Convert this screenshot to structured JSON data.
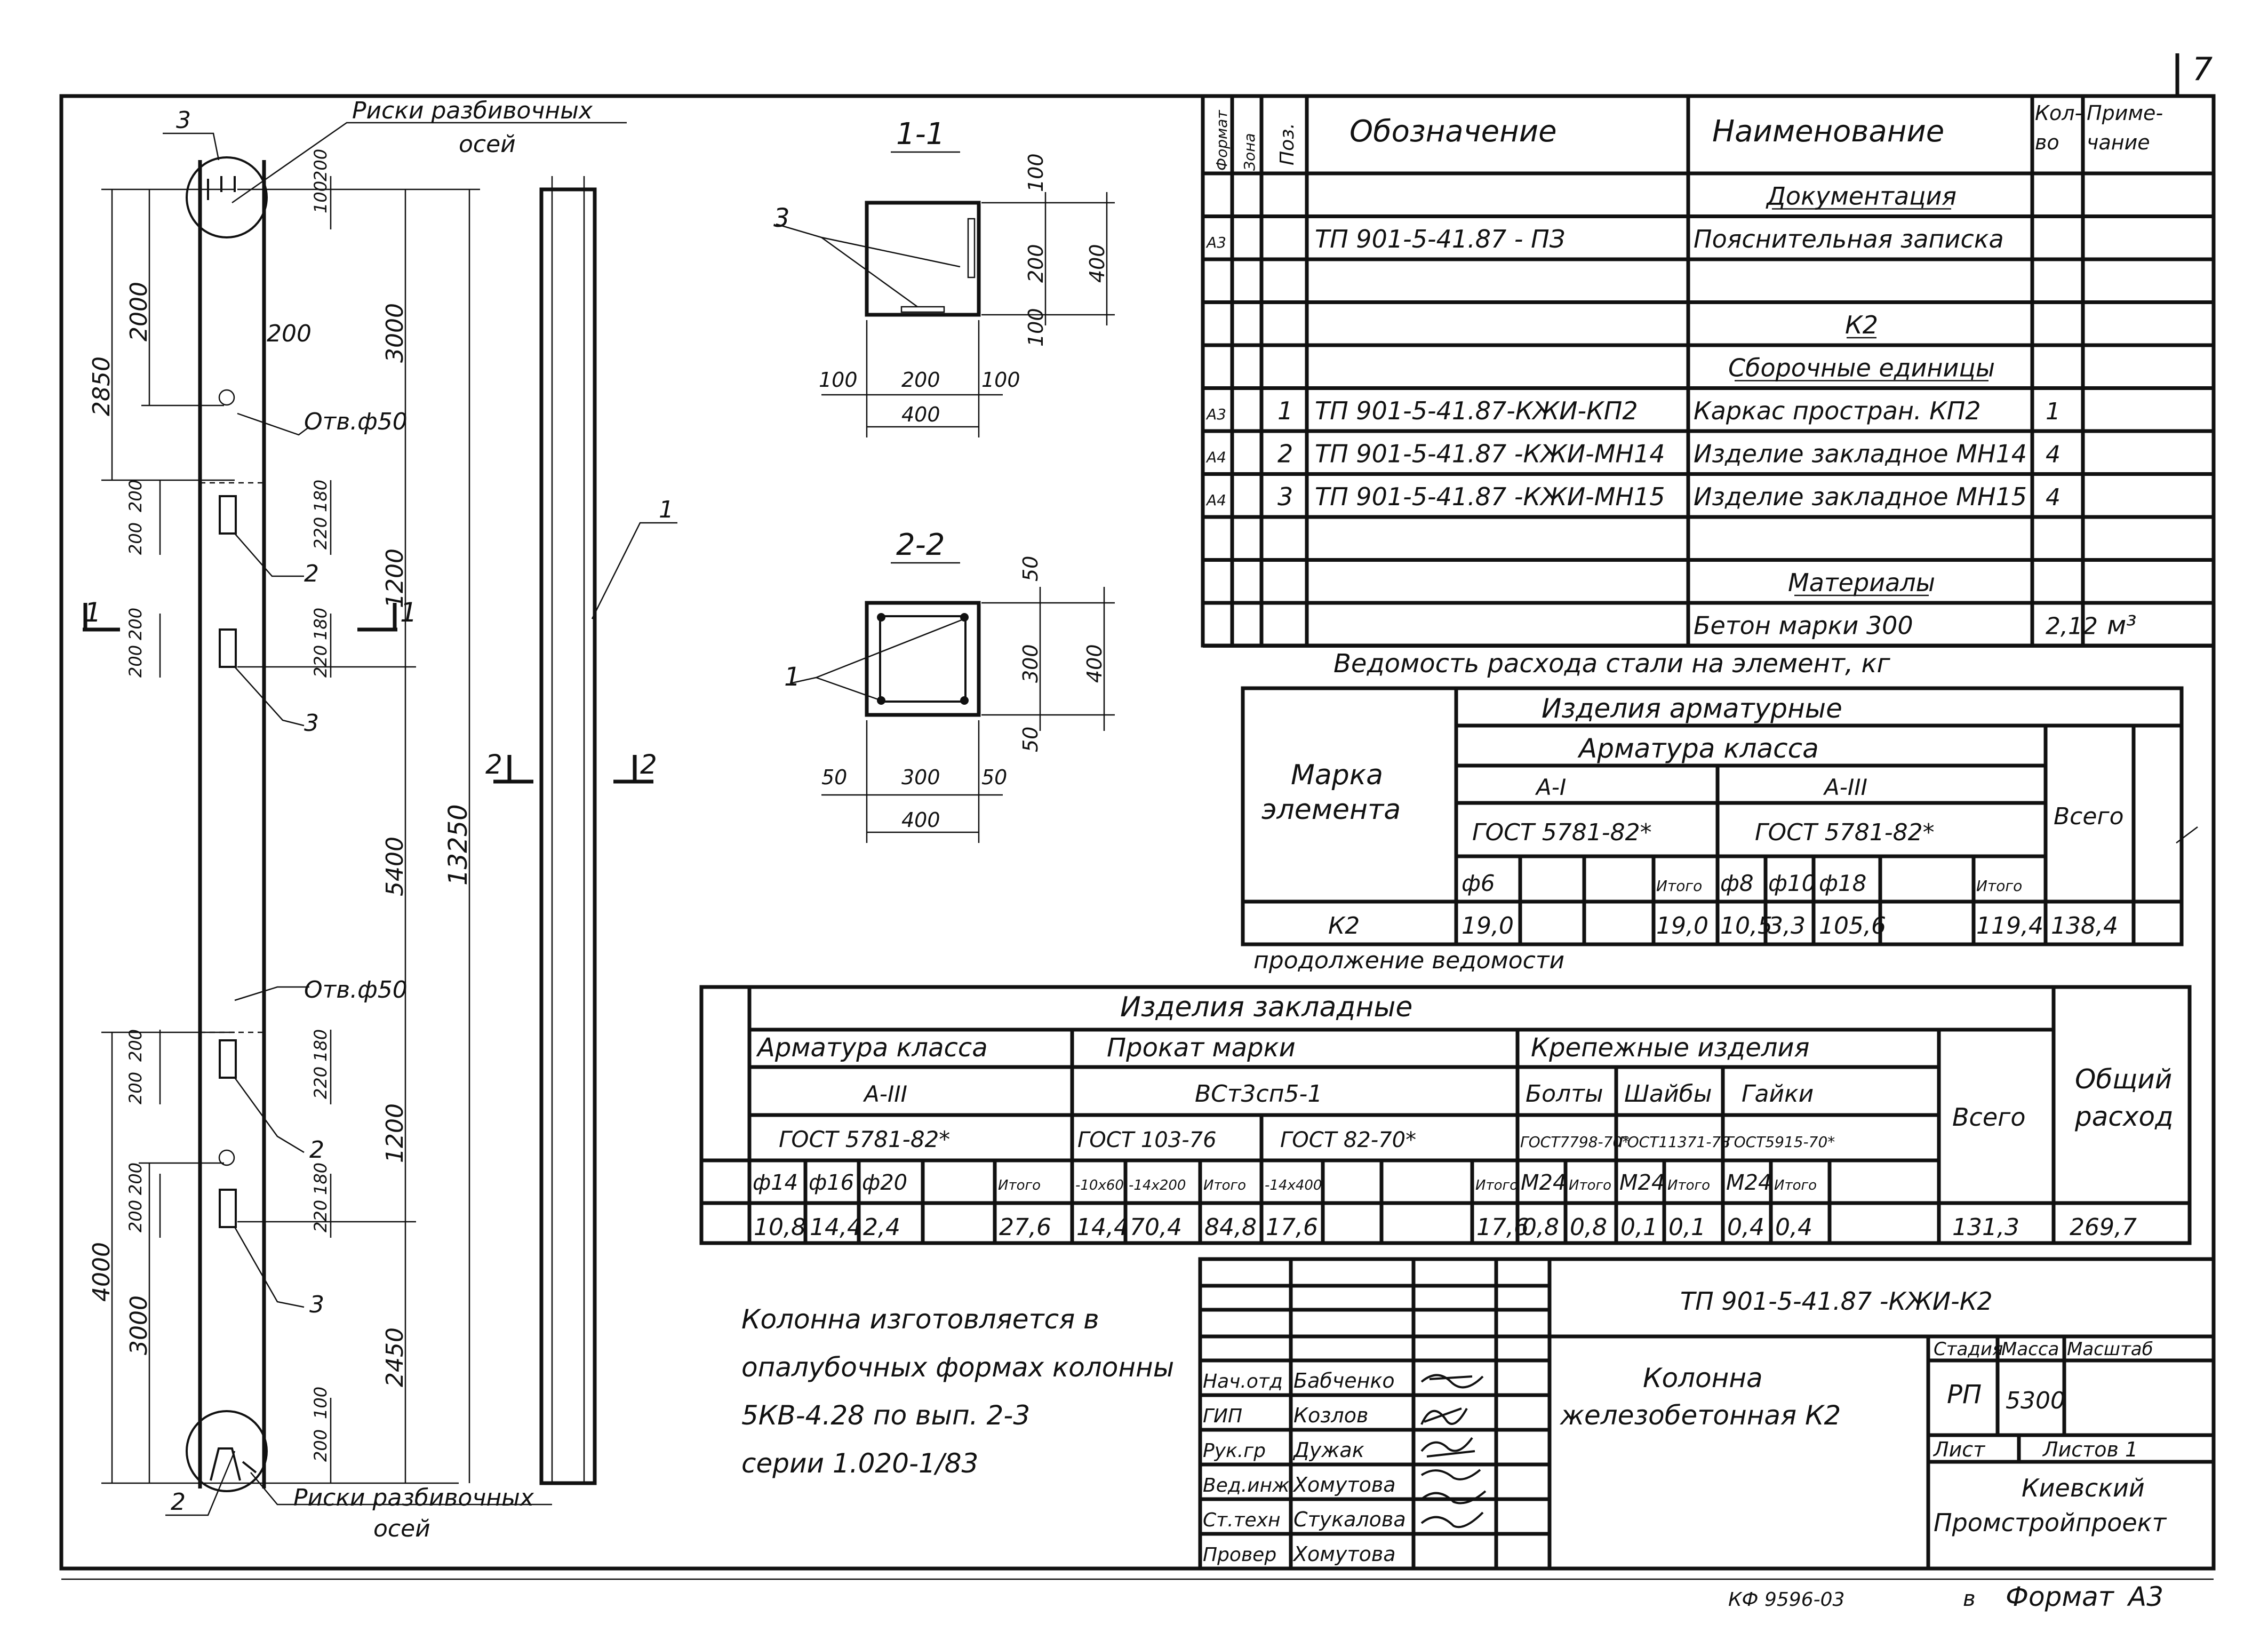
{
  "page_number": "7",
  "drawing": {
    "risk_label_top": [
      "Риски разбивочных",
      "осей"
    ],
    "risk_label_bottom": [
      "Риски разбивочных",
      "осей"
    ],
    "hole_label_1": "Отв.ф50",
    "hole_label_2": "Отв.ф50",
    "callouts": [
      "3",
      "2",
      "3",
      "2",
      "3",
      "2",
      "1"
    ],
    "section_marks": {
      "s1_left": "1",
      "s1_right": "1",
      "s2_left": "2",
      "s2_right": "2"
    },
    "dims_left": [
      "2850",
      "2000",
      "4000",
      "3000"
    ],
    "dims_mid": [
      "3000",
      "1200",
      "5400",
      "1200",
      "2450"
    ],
    "dim_total": "13250",
    "dims_small": [
      "100",
      "200",
      "200",
      "200",
      "200",
      "180",
      "220",
      "200",
      "200",
      "180",
      "220",
      "200",
      "200",
      "180",
      "220",
      "200",
      "200",
      "180",
      "220",
      "100",
      "200"
    ],
    "section_1_1": {
      "title": "1-1",
      "callout": "3",
      "dims_right": [
        "100",
        "200",
        "100",
        "400"
      ],
      "dims_bottom": [
        "100",
        "200",
        "100",
        "400"
      ]
    },
    "section_2_2": {
      "title": "2-2",
      "callout": "1",
      "dims_right": [
        "50",
        "300",
        "50",
        "400"
      ],
      "dims_bottom": [
        "50",
        "300",
        "50",
        "400"
      ]
    }
  },
  "spec": {
    "headers": {
      "format": "Формат",
      "zone": "Зона",
      "pos": "Поз.",
      "designation": "Обозначение",
      "name": "Наименование",
      "qty": "Кол-во",
      "note": "Приме-чание"
    },
    "rows": [
      {
        "format": "",
        "zone": "",
        "pos": "",
        "designation": "",
        "name": "Документация",
        "qty": "",
        "note": "",
        "heading": true
      },
      {
        "format": "А3",
        "zone": "",
        "pos": "",
        "designation": "ТП 901-5-41.87 - ПЗ",
        "name": "Пояснительная записка",
        "qty": "",
        "note": ""
      },
      {
        "format": "",
        "zone": "",
        "pos": "",
        "designation": "",
        "name": "",
        "qty": "",
        "note": ""
      },
      {
        "format": "",
        "zone": "",
        "pos": "",
        "designation": "",
        "name": "К2",
        "qty": "",
        "note": "",
        "heading": true
      },
      {
        "format": "",
        "zone": "",
        "pos": "",
        "designation": "",
        "name": "Сборочные единицы",
        "qty": "",
        "note": "",
        "heading": true
      },
      {
        "format": "А3",
        "zone": "",
        "pos": "1",
        "designation": "ТП 901-5-41.87-КЖИ-КП2",
        "name": "Каркас простран. КП2",
        "qty": "1",
        "note": ""
      },
      {
        "format": "А4",
        "zone": "",
        "pos": "2",
        "designation": "ТП 901-5-41.87 -КЖИ-МН14",
        "name": "Изделие закладное МН14",
        "qty": "4",
        "note": ""
      },
      {
        "format": "А4",
        "zone": "",
        "pos": "3",
        "designation": "ТП 901-5-41.87 -КЖИ-МН15",
        "name": "Изделие закладное МН15",
        "qty": "4",
        "note": ""
      },
      {
        "format": "",
        "zone": "",
        "pos": "",
        "designation": "",
        "name": "",
        "qty": "",
        "note": ""
      },
      {
        "format": "",
        "zone": "",
        "pos": "",
        "designation": "",
        "name": "Материалы",
        "qty": "",
        "note": "",
        "heading": true
      },
      {
        "format": "",
        "zone": "",
        "pos": "",
        "designation": "",
        "name": "Бетон марки 300",
        "qty": "2,12",
        "note": "м³"
      }
    ]
  },
  "steel": {
    "title": "Ведомость расхода стали на элемент, кг",
    "h_mark": [
      "Марка",
      "элемента"
    ],
    "h_izd": "Изделия арматурные",
    "h_arm": "Арматура класса",
    "h_a1": "А-I",
    "h_a3": "А-III",
    "h_gost1": "ГОСТ 5781-82*",
    "h_gost2": "ГОСТ 5781-82*",
    "h_total": "Всего",
    "subs": [
      "ф6",
      "",
      "",
      "Итого",
      "ф8",
      "ф10",
      "ф18",
      "",
      "Итого"
    ],
    "row": [
      "К2",
      "19,0",
      "",
      "",
      "19,0",
      "10,5",
      "3,3",
      "105,6",
      "",
      "119,4",
      "138,4"
    ]
  },
  "cont": {
    "title": "продолжение ведомости",
    "h_izd": "Изделия закладные",
    "h_arm": "Арматура класса",
    "h_prokat": "Прокат марки",
    "h_krep": "Крепежные изделия",
    "h_a3": "А-III",
    "h_vst": "ВСт3сп5-1",
    "h_bolty": "Болты",
    "h_shayby": "Шайбы",
    "h_gayki": "Гайки",
    "h_gost_a": "ГОСТ 5781-82*",
    "h_gost_103": "ГОСТ 103-76",
    "h_gost_82": "ГОСТ 82-70*",
    "h_gost_b": "ГОСТ7798-70*",
    "h_gost_s": "ГОСТ11371-78",
    "h_gost_g": "ГОСТ5915-70*",
    "h_vsego": "Всего",
    "h_obsh": [
      "Общий",
      "расход"
    ],
    "subs": [
      "ф14",
      "ф16",
      "ф20",
      "",
      "Итого",
      "-10х60",
      "-14х200",
      "Итого",
      "-14х400",
      "",
      "",
      "Итого",
      "М24",
      "Итого",
      "М24",
      "Итого",
      "М24",
      "Итого"
    ],
    "row": [
      "10,8",
      "14,4",
      "2,4",
      "",
      "27,6",
      "14,4",
      "70,4",
      "84,8",
      "17,6",
      "",
      "",
      "17,6",
      "0,8",
      "0,8",
      "0,1",
      "0,1",
      "0,4",
      "0,4",
      "131,3",
      "269,7"
    ]
  },
  "note": [
    "Колонна изготовляется в",
    "опалубочных формах колонны",
    "5КВ-4.28 по вып. 2-3",
    "серии 1.020-1/83"
  ],
  "stamp": {
    "code": "ТП 901-5-41.87 -КЖИ-К2",
    "title": [
      "Колонна",
      "железобетонная К2"
    ],
    "h_stadia": "Стадия",
    "h_massa": "Масса",
    "h_masshtab": "Масштаб",
    "stadia": "РП",
    "massa": "5300",
    "masshtab": "",
    "list": "Лист",
    "listov": "Листов 1",
    "org": [
      "Киевский",
      "Промстройпроект"
    ],
    "people": [
      {
        "role": "Нач.отд",
        "name": "Бабченко"
      },
      {
        "role": "ГИП",
        "name": "Козлов"
      },
      {
        "role": "Рук.гр",
        "name": "Дужак"
      },
      {
        "role": "Вед.инж",
        "name": "Хомутова"
      },
      {
        "role": "Ст.техн",
        "name": "Стукалова"
      },
      {
        "role": "Провер",
        "name": "Хомутова"
      }
    ]
  },
  "footer": {
    "doc_no": "КФ 9596-03",
    "format_label": "Формат",
    "format": "А3",
    "b": "в"
  }
}
